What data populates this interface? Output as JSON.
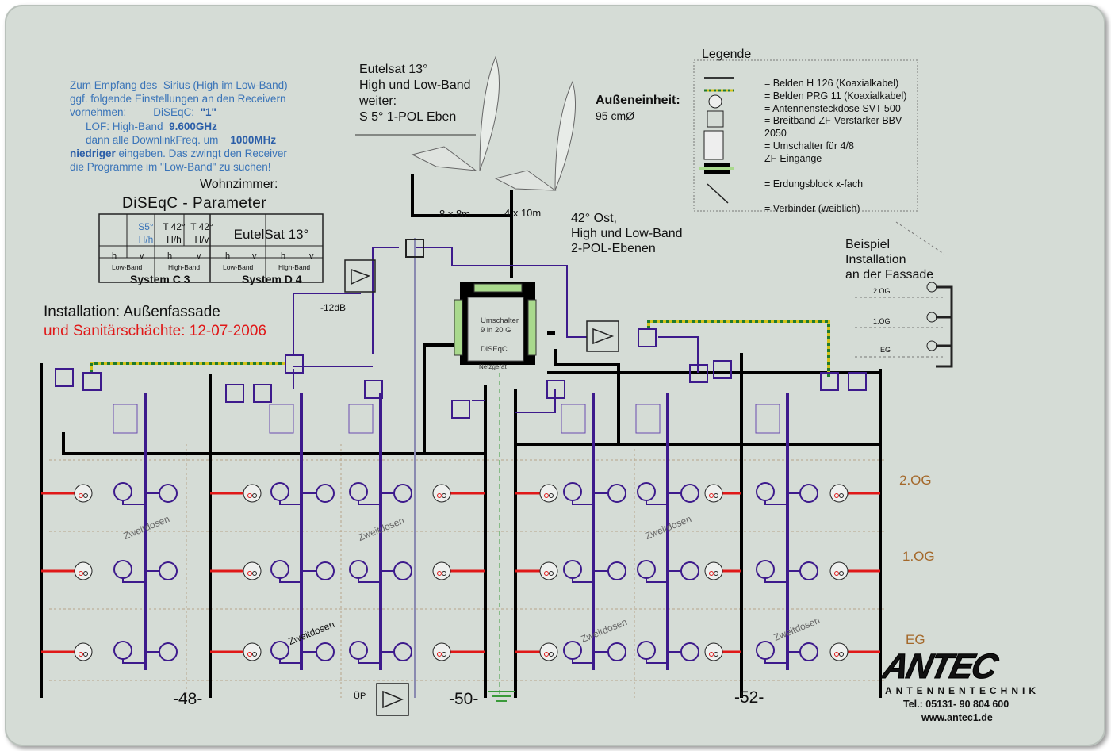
{
  "sirius_note": {
    "line1a": "Zum Empfang des",
    "line1b": "Sirius",
    "line1c": "(High im Low-Band)",
    "line2": "ggf. folgende Einstellungen an den Receivern",
    "line3a": "vornehmen:",
    "line3b": "DiSEqC:",
    "line3c": "\"1\"",
    "line4a": "LOF: High-Band",
    "line4b": "9.600GHz",
    "line5a": "dann alle DownlinkFreq. um",
    "line5b": "1000MHz",
    "line6a": "niedriger",
    "line6b": "eingeben. Das zwingt den Receiver",
    "line7": "die Programme im \"Low-Band\" zu suchen!"
  },
  "diseqc": {
    "room": "Wohnzimmer:",
    "title": "DiSEqC - Parameter",
    "headers": [
      "S5°",
      "H/h",
      "T 42°",
      "H/h",
      "T 42°",
      "H/v",
      "EutelSat 13°"
    ],
    "pol": [
      "h",
      "v",
      "h",
      "v",
      "h",
      "v",
      "h",
      "v"
    ],
    "bands": [
      "Low-Band",
      "High-Band",
      "Low-Band",
      "High-Band"
    ],
    "systems": [
      "System  C 3",
      "System  D 4"
    ]
  },
  "install": {
    "line1": "Installation:  Außenfassade",
    "line2": "und Sanitärschächte: 12-07-2006"
  },
  "eutelsat": {
    "line1": "Eutelsat 13°",
    "line2": "High und Low-Band",
    "line3": "weiter:",
    "line4": "S 5° 1-POL Eben"
  },
  "outdoor": {
    "title": "Außeneinheit:",
    "size": "95 cmØ"
  },
  "ost": {
    "line1": "42° Ost,",
    "line2": "High und Low-Band",
    "line3": "2-POL-Ebenen"
  },
  "cables": {
    "a": "8 x 8m",
    "b": "4 x 10m",
    "att": "-12dB"
  },
  "switch": {
    "line1": "Umschalter",
    "line2": "9 in 20 G",
    "line3": "DiSEqC",
    "psu": "Netzgerät"
  },
  "legend": {
    "title": "Legende",
    "items": [
      "= Belden H 126 (Koaxialkabel)",
      "= Belden PRG 11 (Koaxialkabel)",
      "= Antennensteckdose  SVT 500",
      "= Breitband-ZF-Verstärker BBV",
      "2050",
      "= Umschalter für 4/8",
      "ZF-Eingänge",
      "= Erdungsblock x-fach",
      "= Verbinder (weiblich)"
    ]
  },
  "example": {
    "line1": "Beispiel",
    "line2": "Installation",
    "line3": "an der Fassade",
    "floors": [
      "2.OG",
      "1.OG",
      "EG"
    ]
  },
  "floors": [
    "2.OG",
    "1.OG",
    "EG"
  ],
  "sections": [
    "-48-",
    "-50-",
    "-52-"
  ],
  "second_outlets": "Zweitdosen",
  "up_label": "ÜP",
  "company": {
    "logo": "ANTEC",
    "sub": "ANTENNENTECHNIK",
    "tel": "Tel.: 05131- 90 804 600",
    "web": "www.antec1.de"
  },
  "colors": {
    "coax": "#000000",
    "purple": "#3d1a8c",
    "prg11": "#d4c21a",
    "red": "#e01818",
    "floor_label": "#a4682a",
    "note_blue": "#3a74b8"
  }
}
